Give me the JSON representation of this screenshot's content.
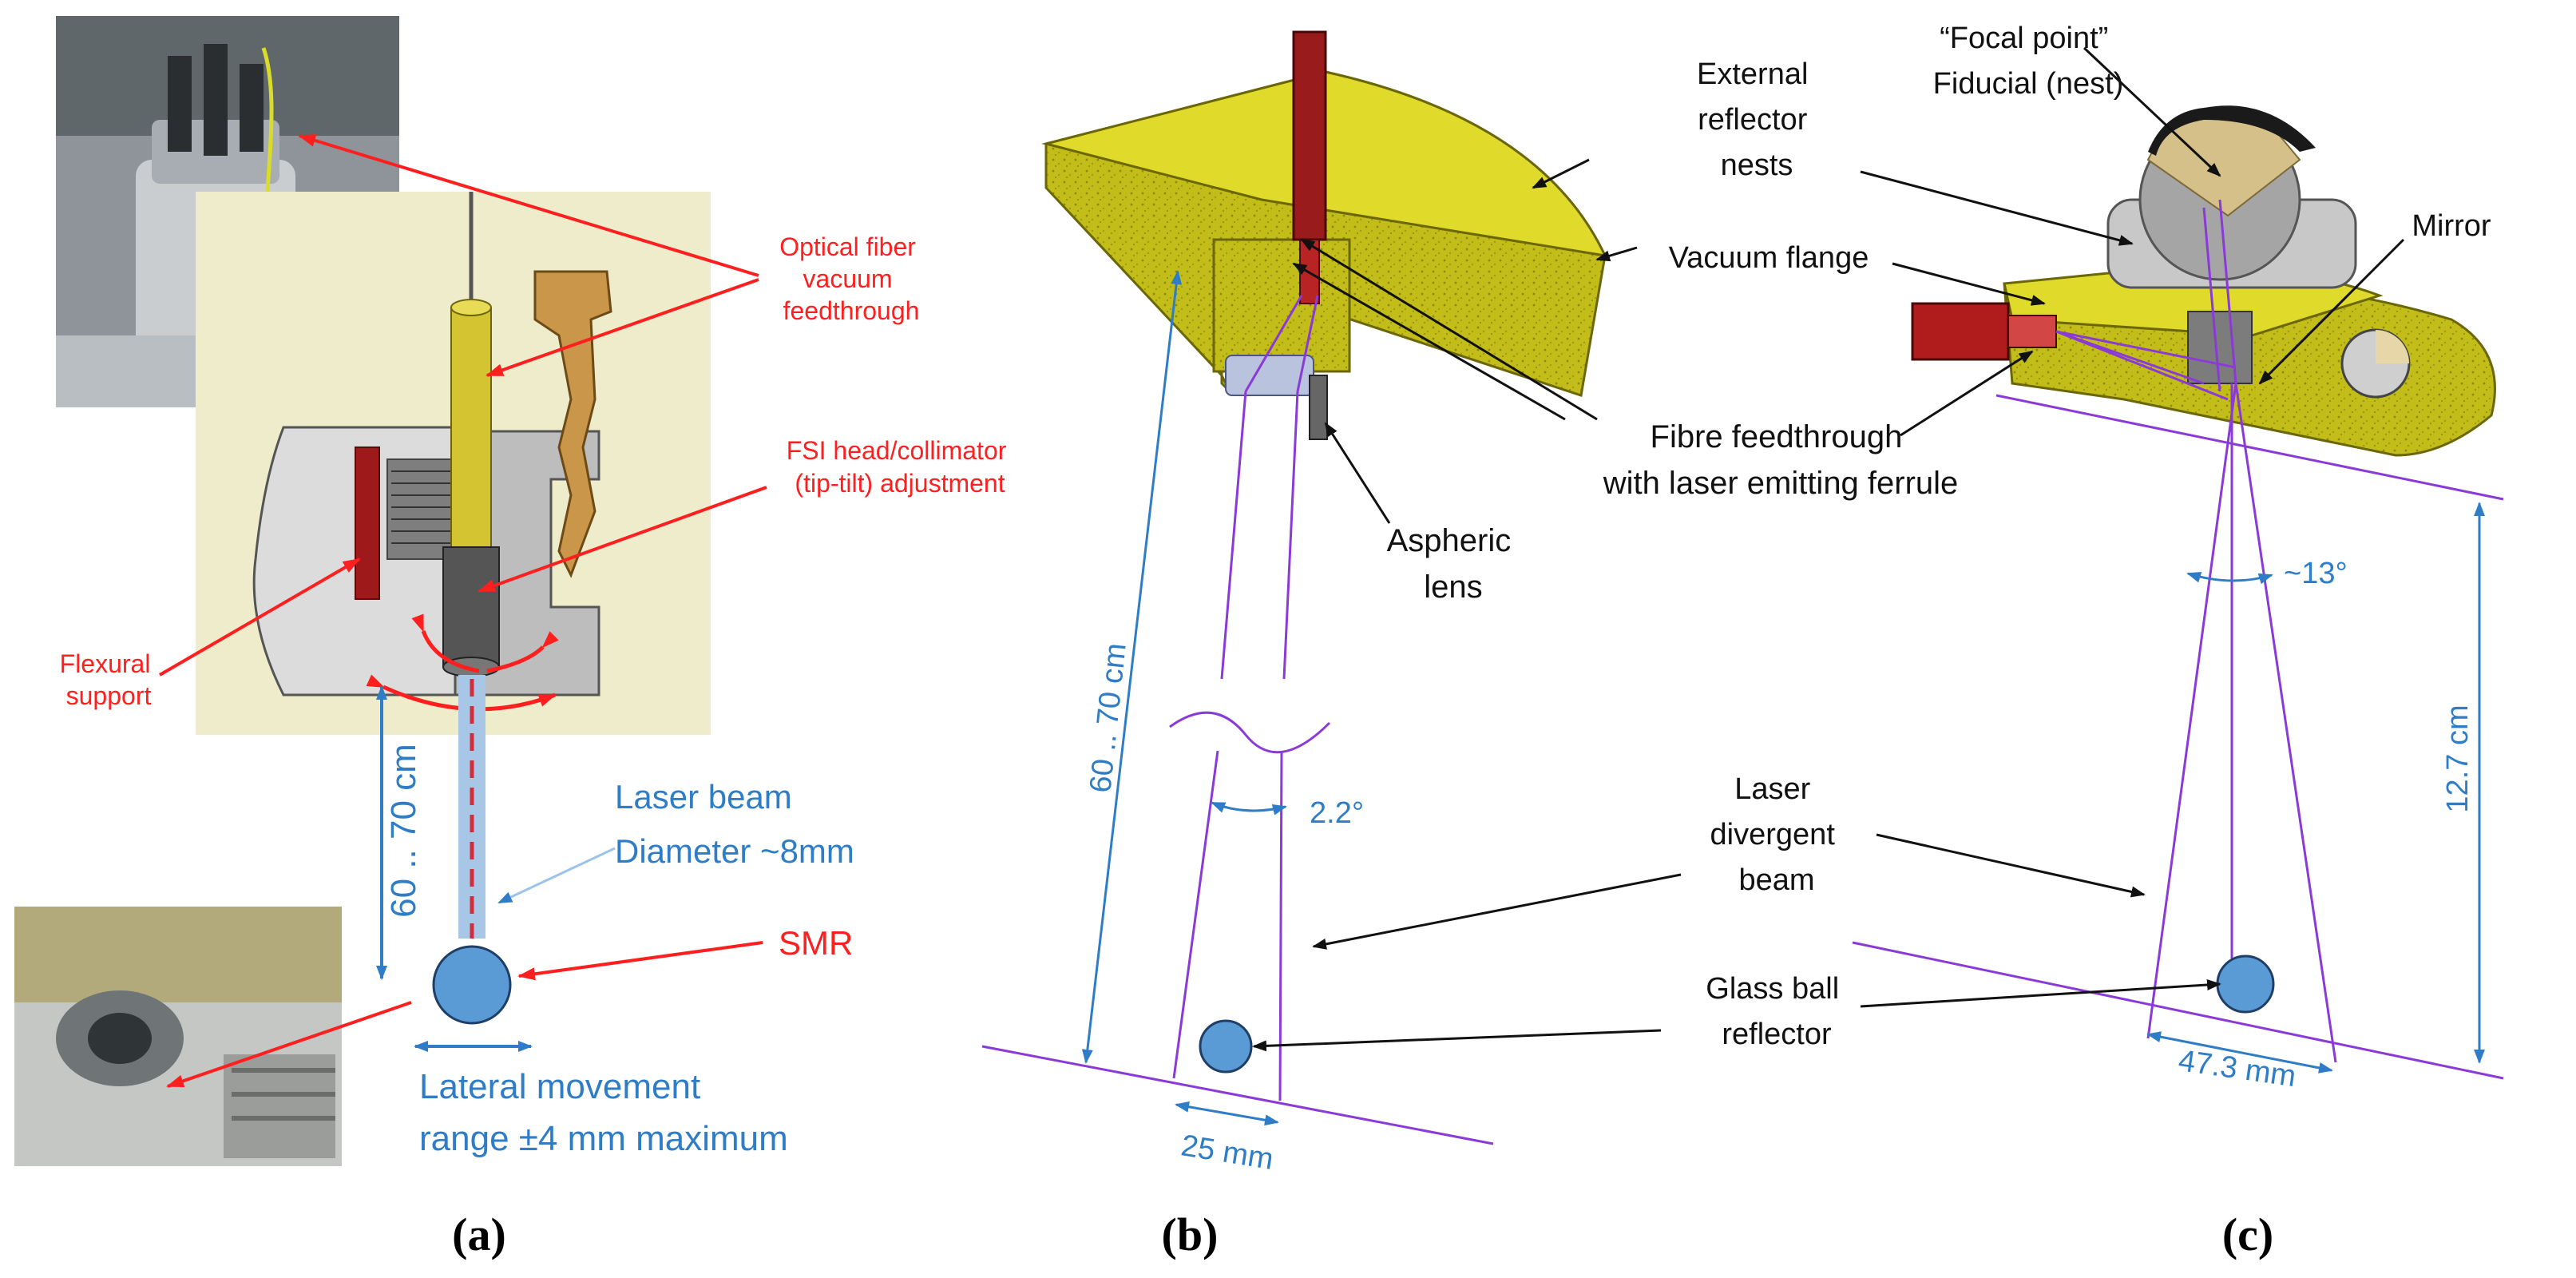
{
  "panels": {
    "a": {
      "caption": "(a)",
      "labels": {
        "optical_fiber": [
          "Optical fiber",
          "vacuum",
          "feedthrough"
        ],
        "fsi_head": [
          "FSI head/collimator",
          "(tip-tilt) adjustment"
        ],
        "flexural": [
          "Flexural",
          "support"
        ],
        "laser_beam": [
          "Laser beam",
          "Diameter ~8mm"
        ],
        "smr": "SMR",
        "distance": "60 .. 70 cm",
        "lateral": [
          "Lateral movement",
          "range ±4 mm maximum"
        ]
      }
    },
    "b": {
      "caption": "(b)",
      "labels": {
        "distance": "60 .. 70 cm",
        "aspheric": [
          "Aspheric",
          "lens"
        ],
        "angle": "2.2°",
        "width": "25 mm"
      }
    },
    "c": {
      "caption": "(c)",
      "labels": {
        "focal_point": [
          "“Focal point”",
          "Fiducial (nest)"
        ],
        "external_nests": [
          "External",
          "reflector",
          "nests"
        ],
        "mirror": "Mirror",
        "vacuum_flange": "Vacuum flange",
        "fibre_feedthrough": [
          "Fibre feedthrough",
          "with laser emitting ferrule"
        ],
        "angle": "~13°",
        "distance": "12.7 cm",
        "laser_divergent": [
          "Laser",
          "divergent",
          "beam"
        ],
        "glass_ball": [
          "Glass ball",
          "reflector"
        ],
        "width": "47.3 mm"
      }
    }
  },
  "colors": {
    "label_red": "#ff1f1f",
    "label_blue": "#2e7dc6",
    "beam_purple": "#8a3ad6",
    "flange_yellow": "#c9c317",
    "smr_blue": "#5b9bd5"
  }
}
